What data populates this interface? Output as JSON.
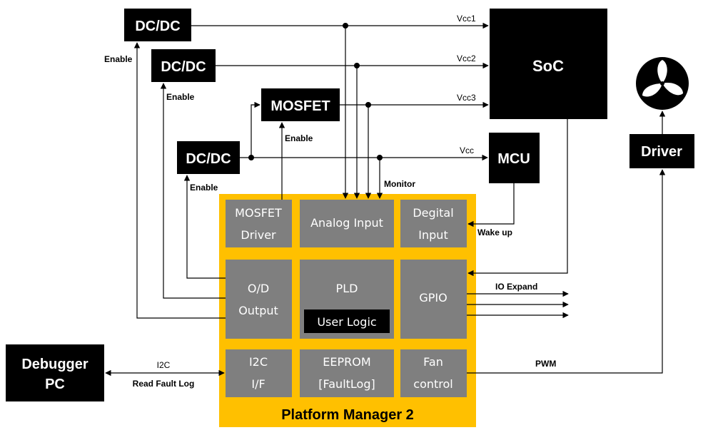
{
  "blocks": {
    "dcdc1": "DC/DC",
    "dcdc2": "DC/DC",
    "dcdc3": "DC/DC",
    "mosfet": "MOSFET",
    "soc": "SoC",
    "mcu": "MCU",
    "driver": "Driver",
    "debugger_line1": "Debugger",
    "debugger_line2": "PC"
  },
  "platform": {
    "title": "Platform Manager 2",
    "mosfet_driver": [
      "MOSFET",
      "Driver"
    ],
    "analog_input": "Analog Input",
    "digital_input": [
      "Degital",
      "Input"
    ],
    "od_output": [
      "O/D",
      "Output"
    ],
    "pld": "PLD",
    "user_logic": "User Logic",
    "gpio": "GPIO",
    "i2c_if": [
      "I2C",
      "I/F"
    ],
    "eeprom": [
      "EEPROM",
      "[FaultLog]"
    ],
    "fan_control": [
      "Fan",
      "control"
    ]
  },
  "labels": {
    "vcc1": "Vcc1",
    "vcc2": "Vcc2",
    "vcc3": "Vcc3",
    "vcc": "Vcc",
    "enable_1": "Enable",
    "enable_2": "Enable",
    "enable_3": "Enable",
    "enable_4": "Enable",
    "monitor": "Monitor",
    "wake_up": "Wake up",
    "io_expand": "IO Expand",
    "pwm": "PWM",
    "i2c": "I2C",
    "read_fault_log": "Read Fault Log"
  },
  "colors": {
    "platform_bg": "#FFC000",
    "sub_block": "#7F7F7F",
    "black_block": "#000000"
  },
  "icons": {
    "fan": "fan-icon"
  }
}
